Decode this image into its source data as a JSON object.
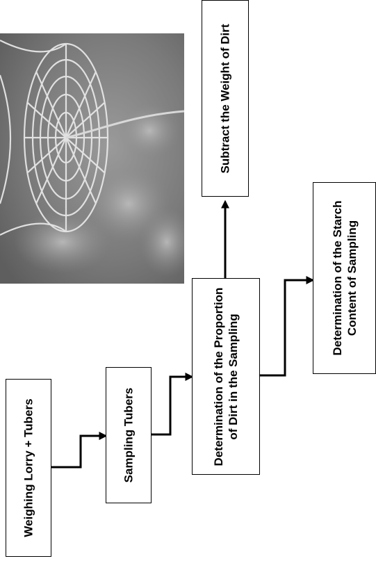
{
  "diagram": {
    "boxes": {
      "weighing": "Weighing Lorry + Tubers",
      "sampling": "Sampling Tubers",
      "dirt_proportion": "Determination of the Proportion of Dirt in the Sampling",
      "subtract_dirt": "Subtract the Weight of Dirt",
      "starch": "Determination of the Starch Content of Sampling"
    },
    "photo": {
      "subject": "wire-basket-photo"
    }
  }
}
